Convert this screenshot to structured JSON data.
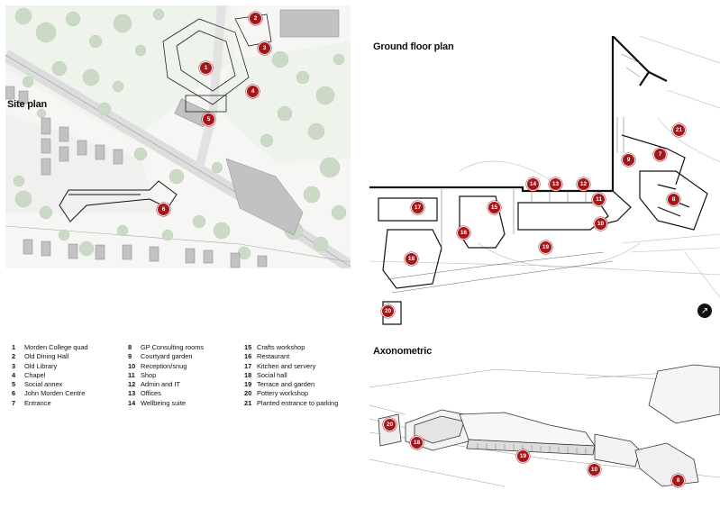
{
  "site_plan": {
    "title": "Site plan",
    "markers": [
      "1",
      "2",
      "3",
      "4",
      "5",
      "6"
    ]
  },
  "ground_floor_plan": {
    "title": "Ground floor plan",
    "markers": [
      "7",
      "8",
      "9",
      "10",
      "11",
      "12",
      "13",
      "14",
      "15",
      "16",
      "17",
      "18",
      "19",
      "20",
      "21"
    ],
    "north_icon": "north-arrow-icon"
  },
  "axonometric": {
    "title": "Axonometric",
    "markers": [
      "20",
      "18",
      "19",
      "10",
      "8"
    ]
  },
  "legend": {
    "col1": [
      {
        "num": "1",
        "label": "Morden College quad"
      },
      {
        "num": "2",
        "label": "Old Dining Hall"
      },
      {
        "num": "3",
        "label": "Old Library"
      },
      {
        "num": "4",
        "label": "Chapel"
      },
      {
        "num": "5",
        "label": "Social annex"
      },
      {
        "num": "6",
        "label": "John Morden Centre"
      },
      {
        "num": "7",
        "label": "Entrance"
      }
    ],
    "col2": [
      {
        "num": "8",
        "label": "GP Consulting rooms"
      },
      {
        "num": "9",
        "label": "Courtyard garden"
      },
      {
        "num": "10",
        "label": "Reception/snug"
      },
      {
        "num": "11",
        "label": "Shop"
      },
      {
        "num": "12",
        "label": "Admin and IT"
      },
      {
        "num": "13",
        "label": "Offices"
      },
      {
        "num": "14",
        "label": "Wellbeing suite"
      }
    ],
    "col3": [
      {
        "num": "15",
        "label": "Crafts workshop"
      },
      {
        "num": "16",
        "label": "Restaurant"
      },
      {
        "num": "17",
        "label": "Kitchen and servery"
      },
      {
        "num": "18",
        "label": "Social hall"
      },
      {
        "num": "19",
        "label": "Terrace and garden"
      },
      {
        "num": "20",
        "label": "Pottery workshop"
      },
      {
        "num": "21",
        "label": "Planted entrance to parking"
      }
    ]
  },
  "colors": {
    "marker": "#a4161a",
    "tree": "#cfdccb",
    "building": "#bdbdbd",
    "line": "#111111"
  }
}
